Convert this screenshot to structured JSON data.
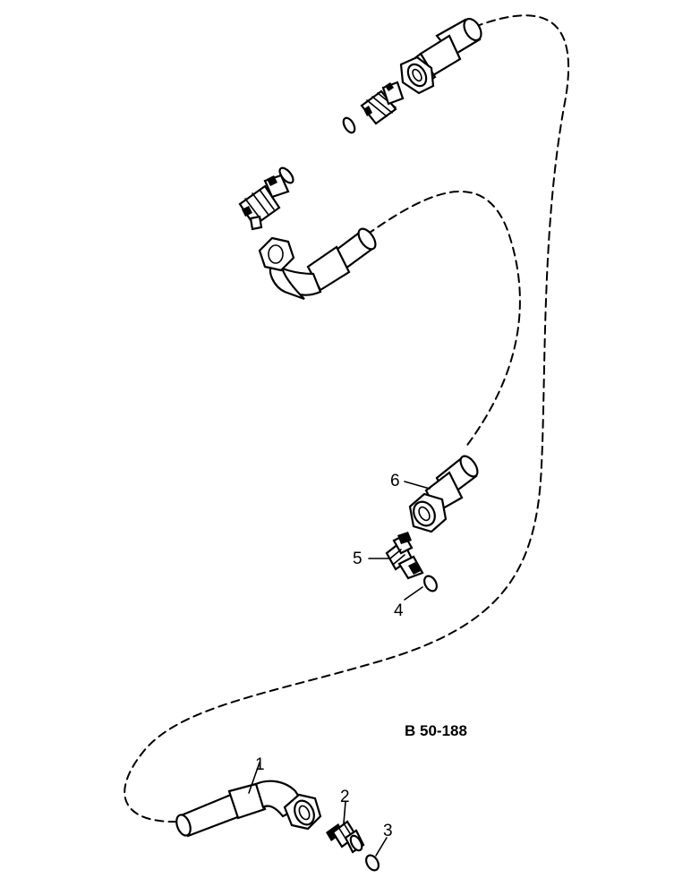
{
  "drawing": {
    "reference": "B 50-188"
  },
  "callouts": [
    {
      "id": "1",
      "label": "1"
    },
    {
      "id": "2",
      "label": "2"
    },
    {
      "id": "3",
      "label": "3"
    },
    {
      "id": "4",
      "label": "4"
    },
    {
      "id": "5",
      "label": "5"
    },
    {
      "id": "6",
      "label": "6"
    }
  ]
}
